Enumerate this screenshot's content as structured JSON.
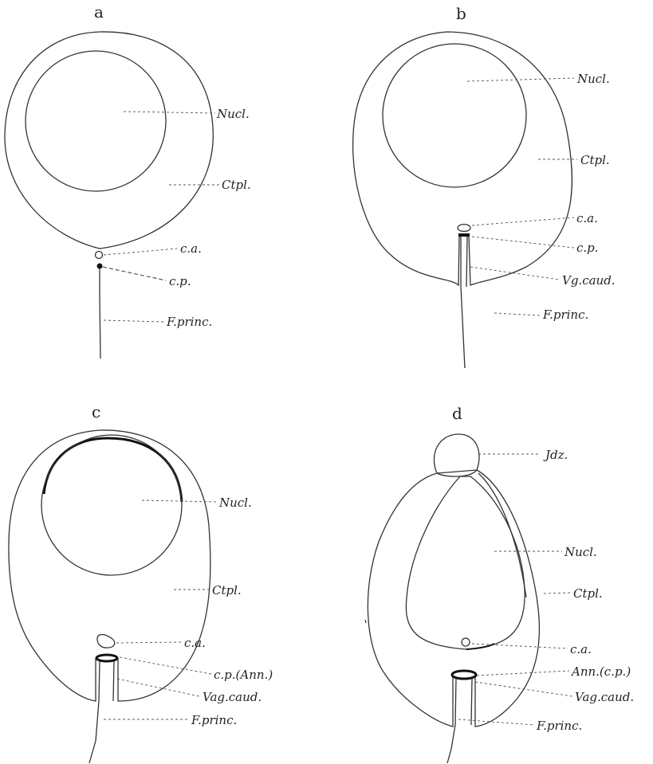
{
  "panels": [
    {
      "letter": "a",
      "labels": {
        "nucleus": "Nucl.",
        "cytoplasm": "Ctpl.",
        "anterior_centriole": "c.a.",
        "posterior_centriole": "c.p.",
        "principal_filament": "F.princ."
      }
    },
    {
      "letter": "b",
      "labels": {
        "nucleus": "Nucl.",
        "cytoplasm": "Ctpl.",
        "anterior_centriole": "c.a.",
        "posterior_centriole": "c.p.",
        "caudal_sheath": "Vg.caud.",
        "principal_filament": "F.princ."
      }
    },
    {
      "letter": "c",
      "labels": {
        "nucleus": "Nucl.",
        "cytoplasm": "Ctpl.",
        "anterior_centriole": "c.a.",
        "posterior_centriole": "c.p.(Ann.)",
        "caudal_sheath": "Vag.caud.",
        "principal_filament": "F.princ."
      }
    },
    {
      "letter": "d",
      "labels": {
        "idiozome": "Jdz.",
        "nucleus": "Nucl.",
        "cytoplasm": "Ctpl.",
        "anterior_centriole": "c.a.",
        "annulus": "Ann.(c.p.)",
        "caudal_sheath": "Vag.caud.",
        "principal_filament": "F.princ."
      }
    }
  ]
}
